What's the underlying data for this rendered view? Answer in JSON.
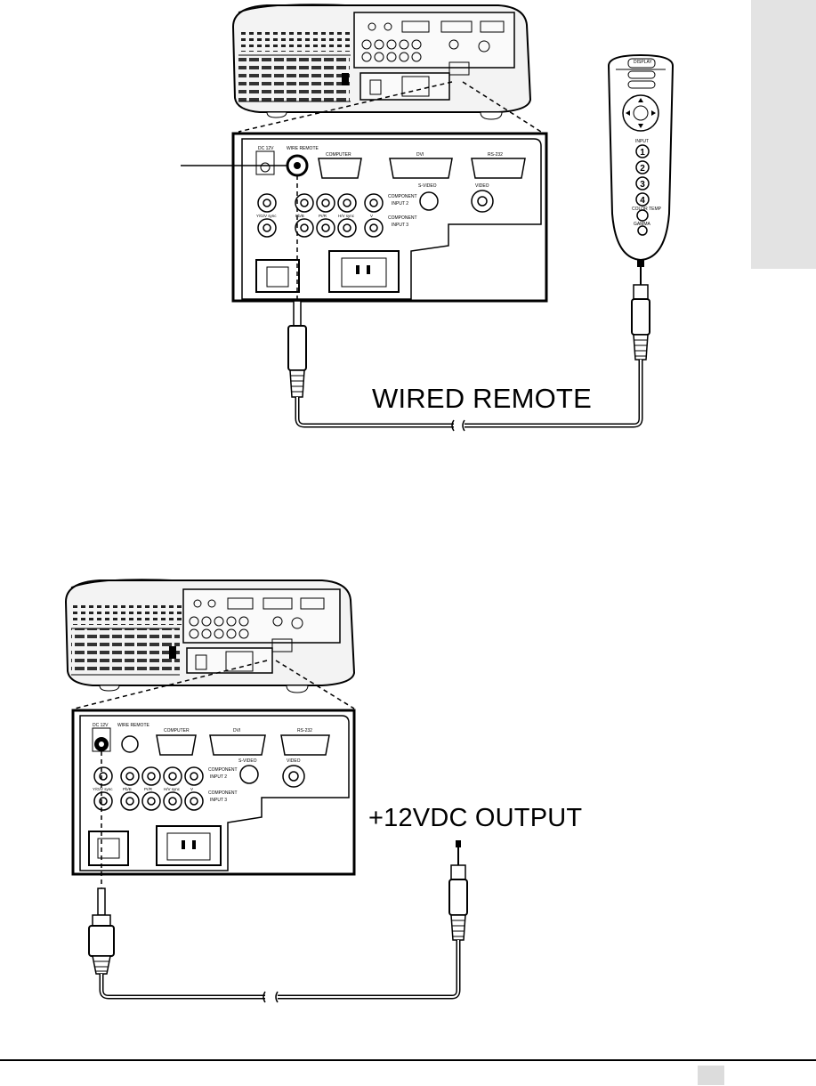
{
  "top_diagram": {
    "caption": "WIRED REMOTE",
    "panel_labels": {
      "dc": "DC 12V",
      "wire_remote": "WIRE REMOTE",
      "computer": "COMPUTER",
      "dvi": "DVI",
      "rs232": "RS-232",
      "svideo": "S-VIDEO",
      "component_1": "COMPONENT",
      "input_1": "INPUT 2",
      "video": "VIDEO",
      "component_2": "COMPONENT",
      "input_2": "INPUT 3",
      "rca_1": "Y/G/V sync",
      "rca_2": "Pb/B",
      "rca_3": "Pr/R",
      "rca_4": "H/V sync",
      "rca_5": "V"
    },
    "remote": {
      "display": "DISPLAY",
      "input": "INPUT",
      "keys": [
        "1",
        "2",
        "3",
        "4"
      ],
      "color_temp": "COLOR TEMP",
      "gamma": "GAMMA"
    }
  },
  "bottom_diagram": {
    "caption": "+12VDC OUTPUT",
    "panel_labels": {
      "dc": "DC 12V",
      "wire_remote": "WIRE REMOTE",
      "computer": "COMPUTER",
      "dvi": "DVI",
      "rs232": "RS-232",
      "svideo": "S-VIDEO",
      "component_1": "COMPONENT",
      "input_1": "INPUT 2",
      "video": "VIDEO",
      "component_2": "COMPONENT",
      "input_2": "INPUT 3",
      "rca_1": "Y/G/V sync",
      "rca_2": "Pb/B",
      "rca_3": "Pr/R",
      "rca_4": "H/V sync",
      "rca_5": "V"
    }
  }
}
